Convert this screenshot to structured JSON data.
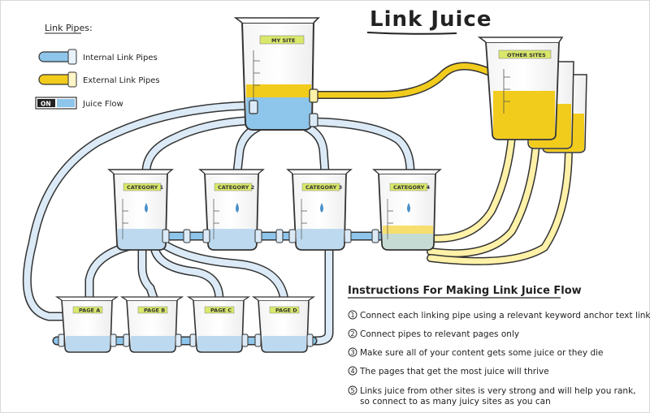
{
  "title": "Link Juice",
  "legend": {
    "heading": "Link Pipes:",
    "items": [
      {
        "label": "Internal Link Pipes",
        "color": "#8ec5ea"
      },
      {
        "label": "External Link Pipes",
        "color": "#f2cc1c"
      },
      {
        "label": "Juice Flow",
        "switch_text": "ON"
      }
    ]
  },
  "my_site": {
    "label": "MY SITE"
  },
  "other_sites": {
    "label": "OTHER SITES"
  },
  "categories": [
    {
      "label": "CATEGORY 1"
    },
    {
      "label": "CATEGORY 2"
    },
    {
      "label": "CATEGORY 3"
    },
    {
      "label": "CATEGORY 4"
    }
  ],
  "pages": [
    {
      "label": "PAGE A"
    },
    {
      "label": "PAGE B"
    },
    {
      "label": "PAGE C"
    },
    {
      "label": "PAGE D"
    }
  ],
  "instructions": {
    "heading": "Instructions For Making Link Juice Flow",
    "steps": [
      {
        "num": "1",
        "text": "Connect each linking pipe using a relevant keyword anchor text link"
      },
      {
        "num": "2",
        "text": "Connect pipes to relevant pages only"
      },
      {
        "num": "3",
        "text": "Make sure all of your content gets some juice or they die"
      },
      {
        "num": "4",
        "text": "The pages that get the most juice will thrive"
      },
      {
        "num": "5",
        "text": "Links juice from other sites is very strong and will help you rank,",
        "text2": "so connect to as many juicy sites as you can"
      }
    ]
  },
  "colors": {
    "internal": "#8ec5ea",
    "external": "#f2cc1c",
    "outline": "#333333",
    "label_bg": "#d9e86a"
  }
}
